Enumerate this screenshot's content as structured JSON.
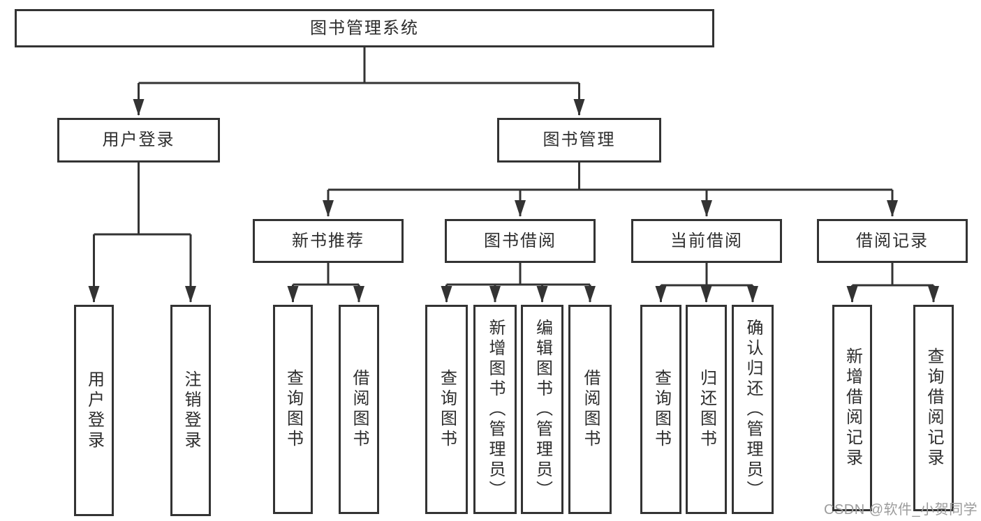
{
  "tree": {
    "label": "图书管理系统",
    "children": [
      {
        "label": "用户登录",
        "children": [
          {
            "label": "用户登录"
          },
          {
            "label": "注销登录"
          }
        ]
      },
      {
        "label": "图书管理",
        "children": [
          {
            "label": "新书推荐",
            "children": [
              {
                "label": "查询图书"
              },
              {
                "label": "借阅图书"
              }
            ]
          },
          {
            "label": "图书借阅",
            "children": [
              {
                "label": "查询图书"
              },
              {
                "label": "新增图书（管理员）"
              },
              {
                "label": "编辑图书（管理员）"
              },
              {
                "label": "借阅图书"
              }
            ]
          },
          {
            "label": "当前借阅",
            "children": [
              {
                "label": "查询图书"
              },
              {
                "label": "归还图书"
              },
              {
                "label": "确认归还（管理员）"
              }
            ]
          },
          {
            "label": "借阅记录",
            "children": [
              {
                "label": "新增借阅记录"
              },
              {
                "label": "查询借阅记录"
              }
            ]
          }
        ]
      }
    ]
  },
  "watermark": "CSDN @软件_小贺同学",
  "colors": {
    "line": "#333333",
    "text": "#2d2d2d",
    "watermark": "#9c9c9c",
    "background": "#ffffff"
  }
}
